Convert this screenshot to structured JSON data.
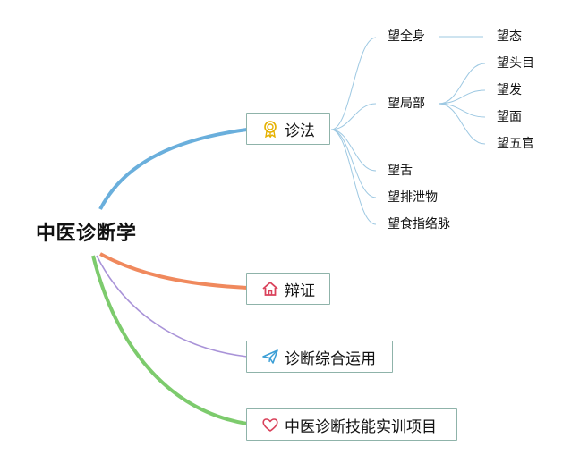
{
  "root": {
    "label": "中医诊断学"
  },
  "branches": [
    {
      "label": "诊法",
      "icon": "award-ribbon-icon",
      "color": "#6aafdc"
    },
    {
      "label": "辩证",
      "icon": "home-icon",
      "color": "#f0895d"
    },
    {
      "label": "诊断综合运用",
      "icon": "paper-plane-icon",
      "color": "#a993d8"
    },
    {
      "label": "中医诊断技能实训项目",
      "icon": "heart-icon",
      "color": "#7dcb6d"
    }
  ],
  "zhenfa": {
    "children": [
      "望全身",
      "望局部",
      "望舌",
      "望排泄物",
      "望食指络脉"
    ],
    "wangquanshen": [
      "望态"
    ],
    "wangjubu": [
      "望头目",
      "望发",
      "望面",
      "望五官"
    ]
  }
}
